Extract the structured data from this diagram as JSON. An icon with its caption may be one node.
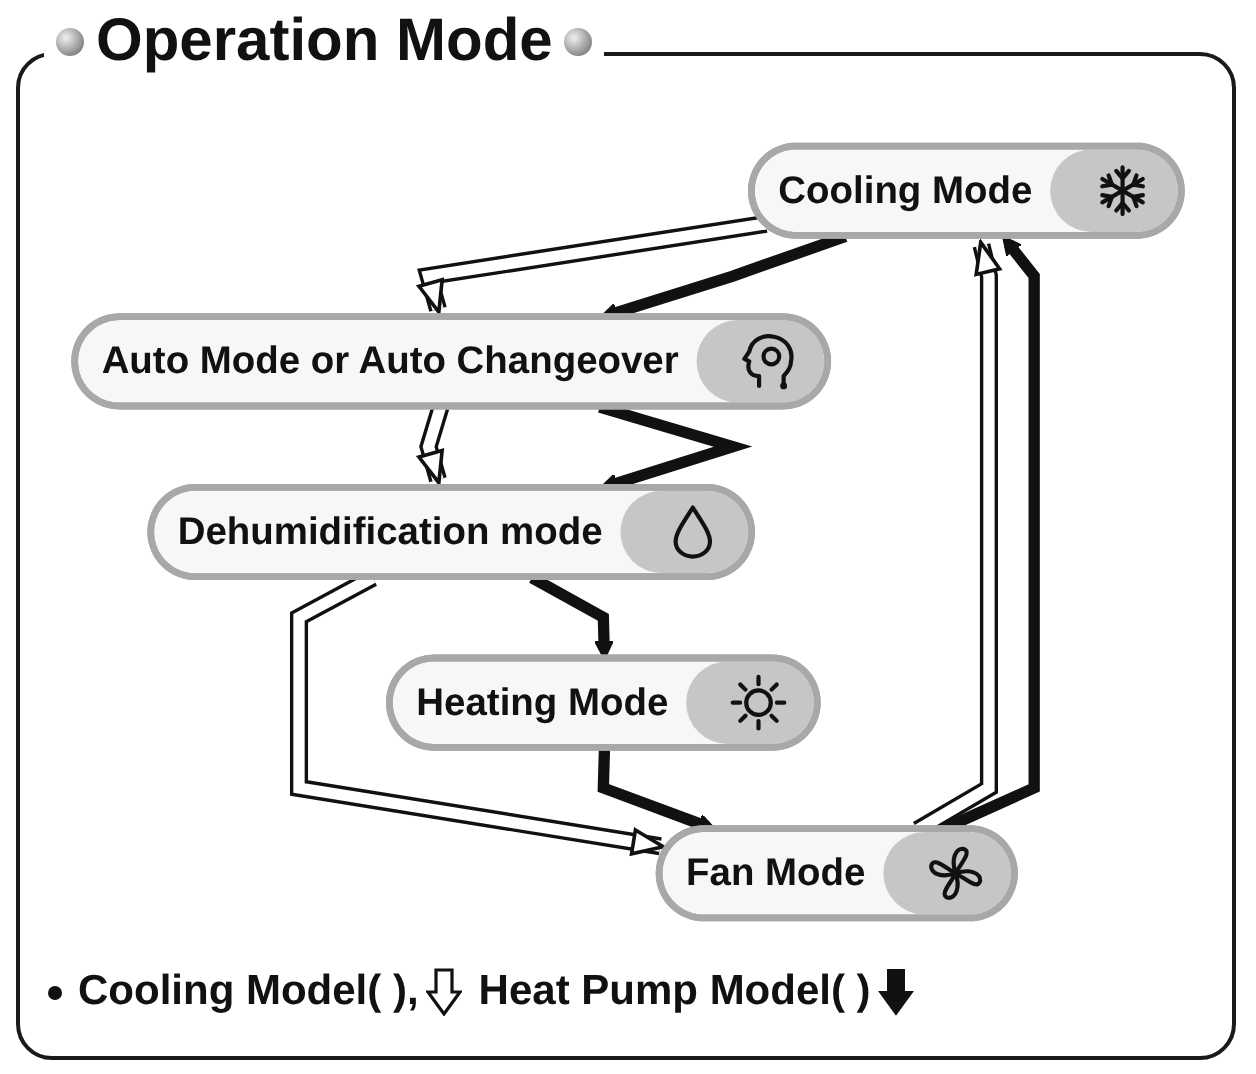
{
  "diagram": {
    "title": "Operation Mode",
    "nodes": [
      {
        "text": [
          "Cooling Mode"
        ]
      },
      {
        "text": [
          "Auto Mode or Auto Changeover"
        ]
      },
      {
        "text": [
          "Dehumidification mode"
        ]
      },
      {
        "text": [
          "Heating Mode"
        ]
      },
      {
        "text": [
          "Fan Mode"
        ]
      }
    ],
    "edges": [
      {
        "from": 0,
        "to": 1,
        "arrow": "to",
        "color": "#ffffff"
      },
      {
        "from": 0,
        "to": 1,
        "arrow": "to"
      },
      {
        "from": 1,
        "to": 2,
        "arrow": "to",
        "color": "#ffffff"
      },
      {
        "from": 1,
        "to": 2,
        "arrow": "to"
      },
      {
        "from": 2,
        "to": 4,
        "arrow": "to",
        "color": "#ffffff"
      },
      {
        "from": 2,
        "to": 3,
        "arrow": "to"
      },
      {
        "from": 3,
        "to": 4,
        "arrow": "to"
      },
      {
        "from": 4,
        "to": 0,
        "arrow": "to",
        "color": "#ffffff"
      },
      {
        "from": 4,
        "to": 0,
        "arrow": "to"
      }
    ],
    "legend": [
      {
        "text": "Cooling Model( ),"
      },
      {
        "text": "Heat Pump Model( )"
      }
    ]
  }
}
